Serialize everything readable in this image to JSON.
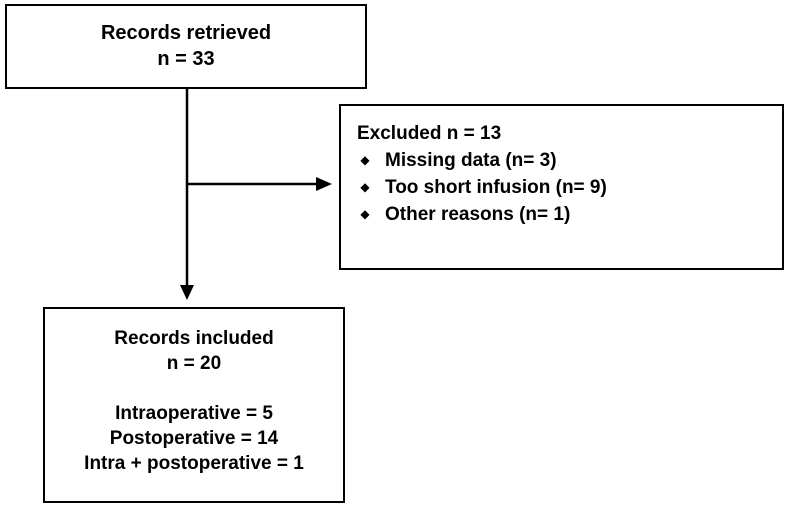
{
  "retrieved": {
    "line1": "Records retrieved",
    "line2": "n = 33"
  },
  "excluded": {
    "header": "Excluded n = 13",
    "items": [
      "Missing data (n= 3)",
      "Too short infusion (n= 9)",
      "Other reasons (n= 1)"
    ]
  },
  "included": {
    "line1": "Records included",
    "line2": "n = 20",
    "breakdown": [
      "Intraoperative = 5",
      "Postoperative = 14",
      "Intra + postoperative = 1"
    ]
  },
  "icons": {
    "bullet": "diamond-bullet-icon"
  },
  "colors": {
    "stroke": "#000000",
    "background": "#ffffff"
  }
}
